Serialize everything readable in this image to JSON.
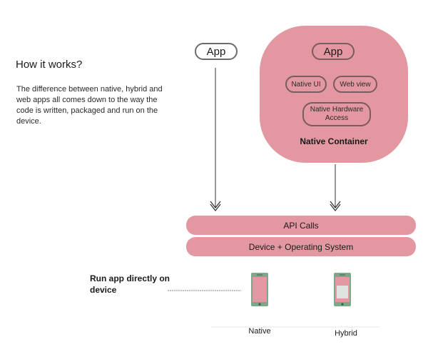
{
  "intro": {
    "heading": "How it works?",
    "description": "The difference between native, hybrid and web apps all comes down to the way the code is written, packaged and run on the device."
  },
  "native_app": {
    "label": "App"
  },
  "native_container": {
    "app_label": "App",
    "native_ui": "Native UI",
    "web_view": "Web view",
    "hardware_access": "Native Hardware Access",
    "label": "Native Container"
  },
  "layers": {
    "api_calls": "API Calls",
    "device_os": "Device + Operating System"
  },
  "run": {
    "label": "Run app directly on device"
  },
  "phones": {
    "native_caption": "Native",
    "hybrid_caption": "Hybrid"
  },
  "colors": {
    "accent_pink": "#e398a1",
    "phone_green": "#7ba888",
    "outline_gray": "#6b6b6b"
  }
}
